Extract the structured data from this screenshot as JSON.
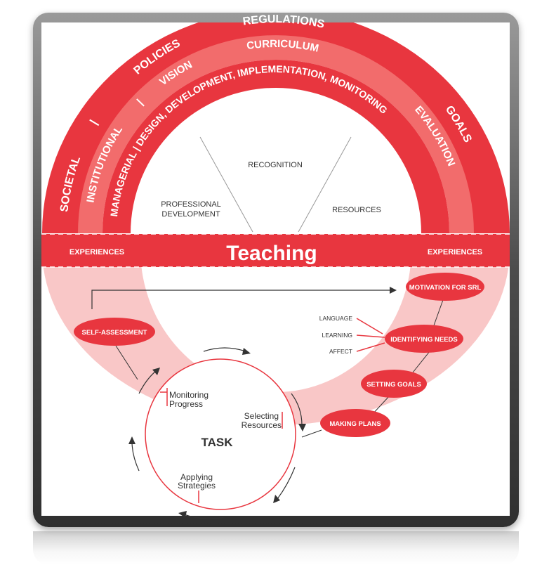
{
  "colors": {
    "red": "#e8363f",
    "mid_red": "#f26c6c",
    "light_pink": "#f9c7c7",
    "dark_red": "#c8202a",
    "text_dark": "#333333"
  },
  "outer_ring": {
    "left": "SOCIETAL",
    "sep1": "|",
    "policies": "POLICIES",
    "regulations": "REGULATIONS",
    "goals": "GOALS"
  },
  "middle_ring": {
    "institutional": "INSTITUTIONAL",
    "sep": "|",
    "vision": "VISION",
    "curriculum": "CURRICULUM",
    "evaluation": "EVALUATION"
  },
  "inner_ring": {
    "text": "MANAGERIAL | DESIGN, DEVELOPMENT, IMPLEMENTATION, MONITORING"
  },
  "center_segments": {
    "recognition": "RECOGNITION",
    "professional_line1": "PROFESSIONAL",
    "professional_line2": "DEVELOPMENT",
    "resources": "RESOURCES"
  },
  "band": {
    "title": "Teaching",
    "left": "EXPERIENCES",
    "right": "EXPERIENCES"
  },
  "srl_steps": {
    "motivation": "MOTIVATION FOR SRL",
    "identifying": "IDENTIFYING NEEDS",
    "setting": "SETTING GOALS",
    "making": "MAKING PLANS",
    "self_assessment": "SELF-ASSESSMENT"
  },
  "needs": {
    "language": "LANGUAGE",
    "learning": "LEARNING",
    "affect": "AFFECT"
  },
  "task": {
    "title": "TASK",
    "monitoring_1": "Monitoring",
    "monitoring_2": "Progress",
    "selecting_1": "Selecting",
    "selecting_2": "Resources",
    "applying_1": "Applying",
    "applying_2": "Strategies"
  }
}
